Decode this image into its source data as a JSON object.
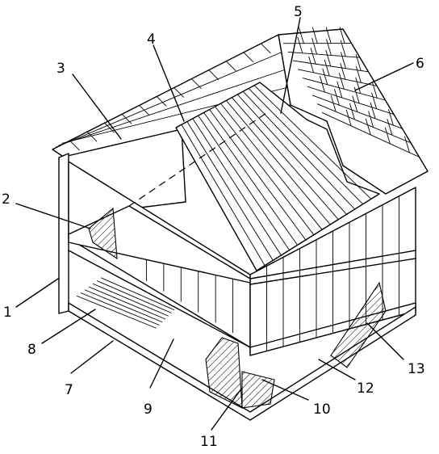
{
  "figure": {
    "labels": [
      {
        "id": "label-1",
        "text": "1"
      },
      {
        "id": "label-2",
        "text": "2"
      },
      {
        "id": "label-3",
        "text": "3"
      },
      {
        "id": "label-4",
        "text": "4"
      },
      {
        "id": "label-5",
        "text": "5"
      },
      {
        "id": "label-6",
        "text": "6"
      },
      {
        "id": "label-7",
        "text": "7"
      },
      {
        "id": "label-8",
        "text": "8"
      },
      {
        "id": "label-9",
        "text": "9"
      },
      {
        "id": "label-10",
        "text": "10"
      },
      {
        "id": "label-11",
        "text": "11"
      },
      {
        "id": "label-12",
        "text": "12"
      },
      {
        "id": "label-13",
        "text": "13"
      }
    ]
  }
}
